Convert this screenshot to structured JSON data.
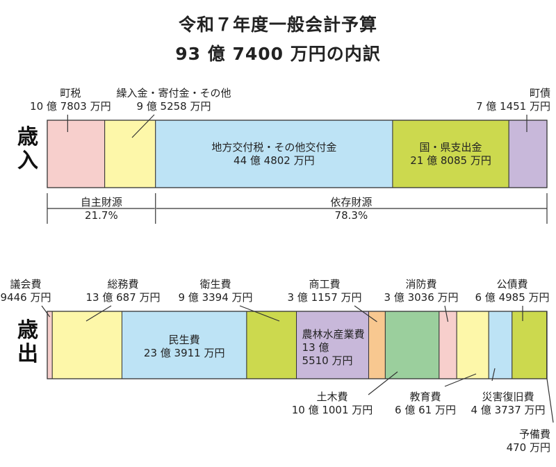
{
  "title": {
    "line1": "令和７年度一般会計予算",
    "line2": "93 億 7400 万円の内訳"
  },
  "revenue": {
    "label_line1": "歳",
    "label_line2": "入",
    "groups": [
      {
        "name": "自主財源",
        "pct": "21.7%"
      },
      {
        "name": "依存財源",
        "pct": "78.3%"
      }
    ]
  },
  "expenditure": {
    "label_line1": "歳",
    "label_line2": "出"
  },
  "colors": {
    "pink": "#f7cfcc",
    "yellow": "#fdf7a9",
    "blue": "#bde3f5",
    "green": "#ccd94e",
    "purple": "#c8b8da",
    "orange": "#f8c890",
    "teal": "#9bcf9d",
    "line": "#333333"
  },
  "chart_data": [
    {
      "type": "bar",
      "stacked": true,
      "title": "歳入",
      "unit": "万円",
      "categories": [
        "町税",
        "繰入金・寄付金・その他",
        "地方交付税・その他交付金",
        "国・県支出金",
        "町債"
      ],
      "values": [
        107803,
        95258,
        444802,
        218085,
        71451
      ],
      "value_labels": [
        "10 億 7803 万円",
        "9 億 5258 万円",
        "44 億 4802 万円",
        "21 億 8085 万円",
        "7 億 1451 万円"
      ],
      "colors": [
        "#f7cfcc",
        "#fdf7a9",
        "#bde3f5",
        "#ccd94e",
        "#c8b8da"
      ]
    },
    {
      "type": "bar",
      "stacked": true,
      "title": "歳出",
      "unit": "万円",
      "categories": [
        "議会費",
        "総務費",
        "民生費",
        "衛生費",
        "農林水産業費",
        "商工費",
        "土木費",
        "消防費",
        "教育費",
        "災害復旧費",
        "公債費",
        "予備費"
      ],
      "values": [
        9446,
        130687,
        233911,
        93394,
        135510,
        31157,
        101001,
        33036,
        60061,
        43737,
        64985,
        470
      ],
      "value_labels": [
        "9446 万円",
        "13 億 687 万円",
        "23 億 3911 万円",
        "9 億 3394 万円",
        "13 億 5510 万円",
        "3 億 1157 万円",
        "10 億 1001 万円",
        "3 億 3036 万円",
        "6 億 61 万円",
        "4 億 3737 万円",
        "6 億 4985 万円",
        "470 万円"
      ],
      "colors": [
        "#f7cfcc",
        "#fdf7a9",
        "#bde3f5",
        "#ccd94e",
        "#c8b8da",
        "#f8c890",
        "#9bcf9d",
        "#f7cfcc",
        "#fdf7a9",
        "#bde3f5",
        "#ccd94e",
        "#ffffff"
      ]
    }
  ]
}
